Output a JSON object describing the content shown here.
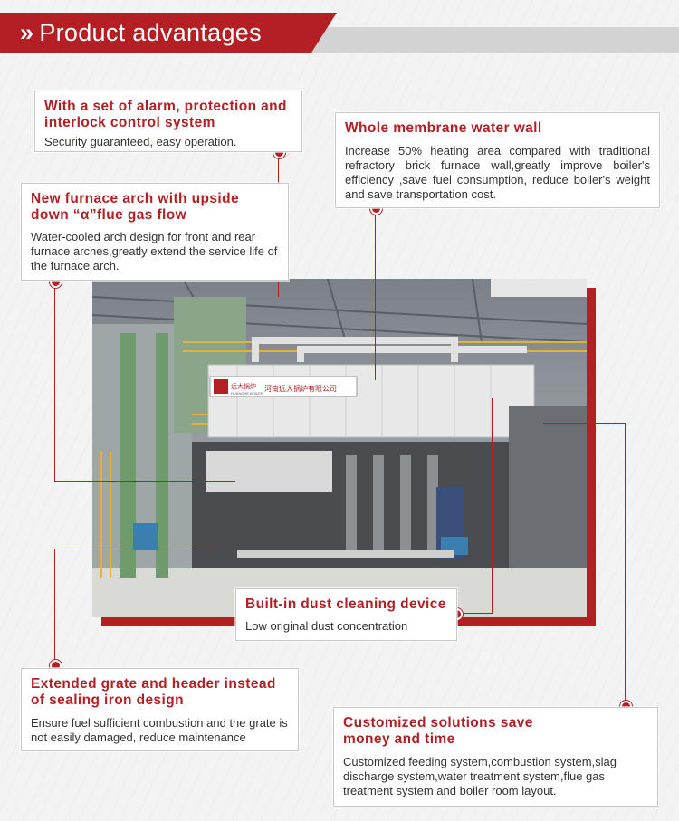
{
  "header": {
    "chevron": "»",
    "title": "Product advantages"
  },
  "photo": {
    "sign_chinese": "河南远大锅炉有限公司",
    "sign_brand": "远大锅炉",
    "sign_brand_en": "HUANGHE BOILER"
  },
  "callouts": [
    {
      "title": "With a set of alarm, protection and interlock control system",
      "desc": "Security guaranteed, easy operation."
    },
    {
      "title": "Whole membrane water wall",
      "desc": "Increase 50% heating area compared with traditional refractory brick furnace wall,greatly improve boiler's efficiency ,save fuel consumption, reduce boiler's weight and save transportation cost."
    },
    {
      "title": "New furnace arch with upside down “α”flue gas flow",
      "desc": "Water-cooled arch design for front and rear furnace arches,greatly extend the service life of the furnace arch."
    },
    {
      "title": "Built-in dust cleaning device",
      "desc": "Low original dust concentration"
    },
    {
      "title": "Extended grate and header instead of sealing iron design",
      "desc": "Ensure fuel sufficient combustion and the grate is not easily damaged, reduce maintenance"
    },
    {
      "title": "Customized solutions save money and time",
      "desc": "Customized feeding system,combustion system,slag discharge system,water treatment system,flue gas treatment system and boiler room layout."
    }
  ],
  "colors": {
    "accent": "#b41f23",
    "banner_grey": "#d3d3d3",
    "text": "#333333"
  }
}
